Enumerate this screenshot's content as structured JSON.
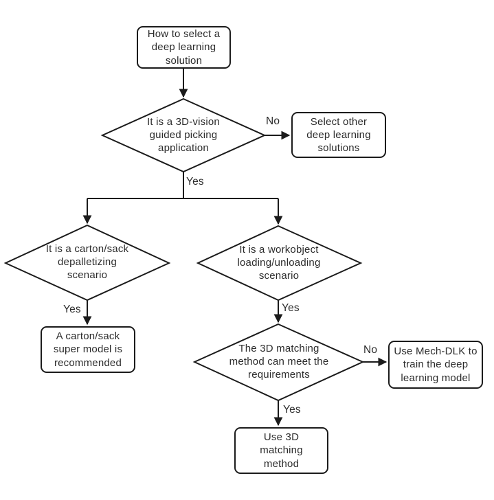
{
  "title": "How to select a deep learning solution flowchart",
  "colors": {
    "line": "#1b1b1b",
    "text": "#2b2b2b",
    "node_bg": "#ffffff",
    "page_bg": "#ffffff"
  },
  "nodes": {
    "start": {
      "type": "process",
      "text": "How to select a\ndeep learning\nsolution"
    },
    "d1": {
      "type": "decision",
      "text": "It is a 3D-vision\nguided picking\napplication"
    },
    "other_solutions": {
      "type": "process",
      "text": "Select other\ndeep learning\nsolutions"
    },
    "d2": {
      "type": "decision",
      "text": "It is a carton/sack\ndepalletizing\nscenario"
    },
    "d3": {
      "type": "decision",
      "text": "It is a workobject\nloading/unloading\nscenario"
    },
    "super_model": {
      "type": "process",
      "text": "A carton/sack\nsuper model is\nrecommended"
    },
    "d4": {
      "type": "decision",
      "text": "The 3D matching\nmethod can meet the\nrequirements"
    },
    "mech_dlk": {
      "type": "process",
      "text": "Use Mech-DLK to\ntrain the deep\nlearning model"
    },
    "matching_3d": {
      "type": "process",
      "text": "Use 3D\nmatching\nmethod"
    }
  },
  "edge_labels": {
    "d1_no": "No",
    "d1_yes": "Yes",
    "d2_yes": "Yes",
    "d3_yes": "Yes",
    "d4_no": "No",
    "d4_yes": "Yes"
  }
}
